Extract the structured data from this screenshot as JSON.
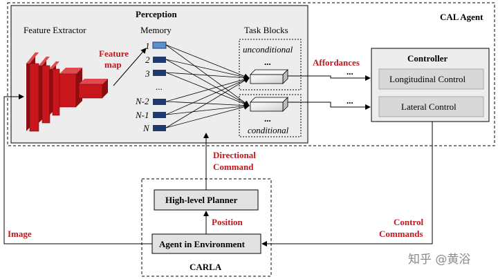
{
  "agent": {
    "title": "CAL Agent"
  },
  "perception": {
    "title": "Perception",
    "feature_extractor_label": "Feature Extractor",
    "memory_label": "Memory",
    "task_blocks_label": "Task Blocks",
    "feature_map_label_line1": "Feature",
    "feature_map_label_line2": "map",
    "memory_slots": [
      "1",
      "2",
      "3",
      "...",
      "N-2",
      "N-1",
      "N"
    ],
    "unconditional_label": "unconditional",
    "conditional_label": "conditional",
    "ellipsis": "..."
  },
  "affordances_label": "Affordances",
  "affordance_dots": "...",
  "controller": {
    "title": "Controller",
    "longitudinal_label": "Longitudinal Control",
    "lateral_label": "Lateral Control"
  },
  "directional_command": {
    "line1": "Directional",
    "line2": "Command"
  },
  "carla": {
    "title": "CARLA",
    "planner_label": "High-level Planner",
    "agent_env_label": "Agent in Environment"
  },
  "position_label": "Position",
  "image_label": "Image",
  "control_commands": {
    "line1": "Control",
    "line2": "Commands"
  },
  "watermark": "知乎 @黄浴",
  "colors": {
    "accent_red": "#c0161c",
    "cnn_red": "#c8161d",
    "memory_dark": "#1f3a6e",
    "memory_first": "#5b8fd0",
    "panel_gray": "#ededed",
    "control_box_gray": "#d8d8d8"
  }
}
